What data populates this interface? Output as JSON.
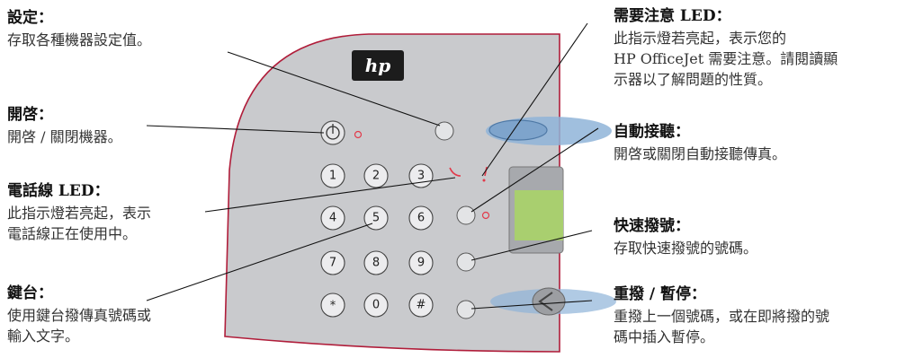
{
  "panel": {
    "logo_text": "hp",
    "keys": [
      "1",
      "2",
      "3",
      "4",
      "5",
      "6",
      "7",
      "8",
      "9",
      "*",
      "0",
      "#"
    ],
    "colors": {
      "panel_fill": "#c9cacd",
      "panel_edge": "#b01d3a",
      "display_green": "#a9cf6f",
      "accent_blue": "#8fb4d8",
      "led_red": "#e23a4a",
      "logo_bg": "#1c1c1c"
    }
  },
  "callouts": {
    "setup": {
      "title": "設定：",
      "desc": "存取各種機器設定值。"
    },
    "power": {
      "title": "開啓：",
      "desc": "開啓 / 關閉機器。"
    },
    "line_led": {
      "title": "電話線 LED：",
      "desc": "此指示燈若亮起，表示\n電話線正在使用中。"
    },
    "keypad": {
      "title": "鍵台：",
      "desc": "使用鍵台撥傳真號碼或\n輸入文字。"
    },
    "attention_led": {
      "title": "需要注意 LED：",
      "desc": "此指示燈若亮起，表示您的\nHP OfficeJet 需要注意。請閱讀顯\n示器以了解問題的性質。"
    },
    "auto_answer": {
      "title": "自動接聽：",
      "desc": "開啓或關閉自動接聽傳真。"
    },
    "speed_dial": {
      "title": "快速撥號：",
      "desc": "存取快速撥號的號碼。"
    },
    "redial": {
      "title": "重撥 / 暫停：",
      "desc": "重撥上一個號碼，或在即將撥的號\n碼中插入暫停。"
    }
  }
}
